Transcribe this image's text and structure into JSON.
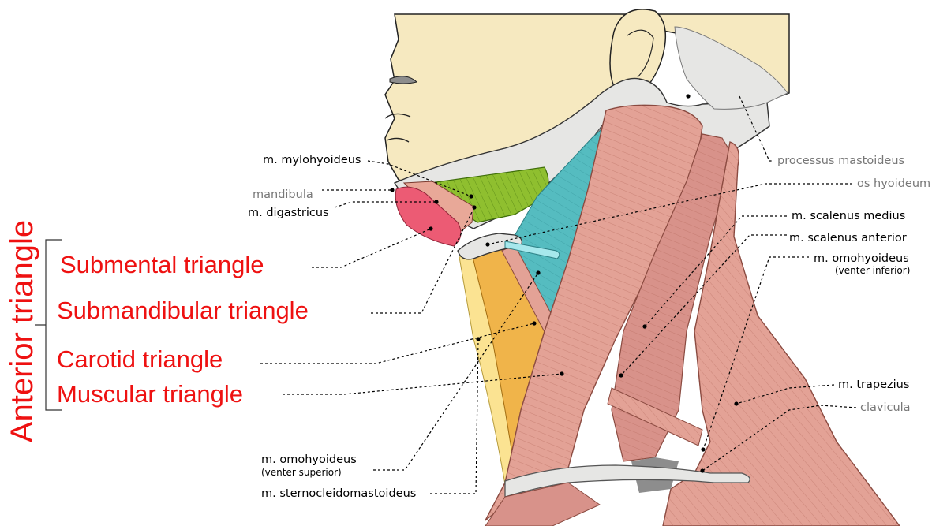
{
  "group_label": "Anterior triangle",
  "triangles": {
    "submental": "Submental triangle",
    "submandibular": "Submandibular triangle",
    "carotid": "Carotid triangle",
    "muscular": "Muscular triangle"
  },
  "labels": {
    "mylohyoideus": "m. mylohyoideus",
    "mandibula": "mandibula",
    "digastricus": "m. digastricus",
    "processus_mastoideus": "processus mastoideus",
    "os_hyoideum": "os hyoideum",
    "scalenus_medius": "m. scalenus medius",
    "scalenus_anterior": "m. scalenus anterior",
    "omohyoideus_inferior": "m. omohyoideus",
    "omohyoideus_inferior_sub": "(venter inferior)",
    "trapezius": "m. trapezius",
    "clavicula": "clavicula",
    "omohyoideus_superior": "m. omohyoideus",
    "omohyoideus_superior_sub": "(venter superior)",
    "sternocleidomastoideus": "m. sternocleidomastoideus"
  },
  "colors": {
    "label_red": "#ee1111",
    "skin": "#f6e9c0",
    "bone": "#e6e6e4",
    "muscle": "#e3a296",
    "mylohyoid_green": "#8fbf2f",
    "digastric_pink": "#ec5b74",
    "carotid_teal": "#55bcc0",
    "muscular_orange": "#f0b44a",
    "muscular_yellow": "#fbe392"
  }
}
